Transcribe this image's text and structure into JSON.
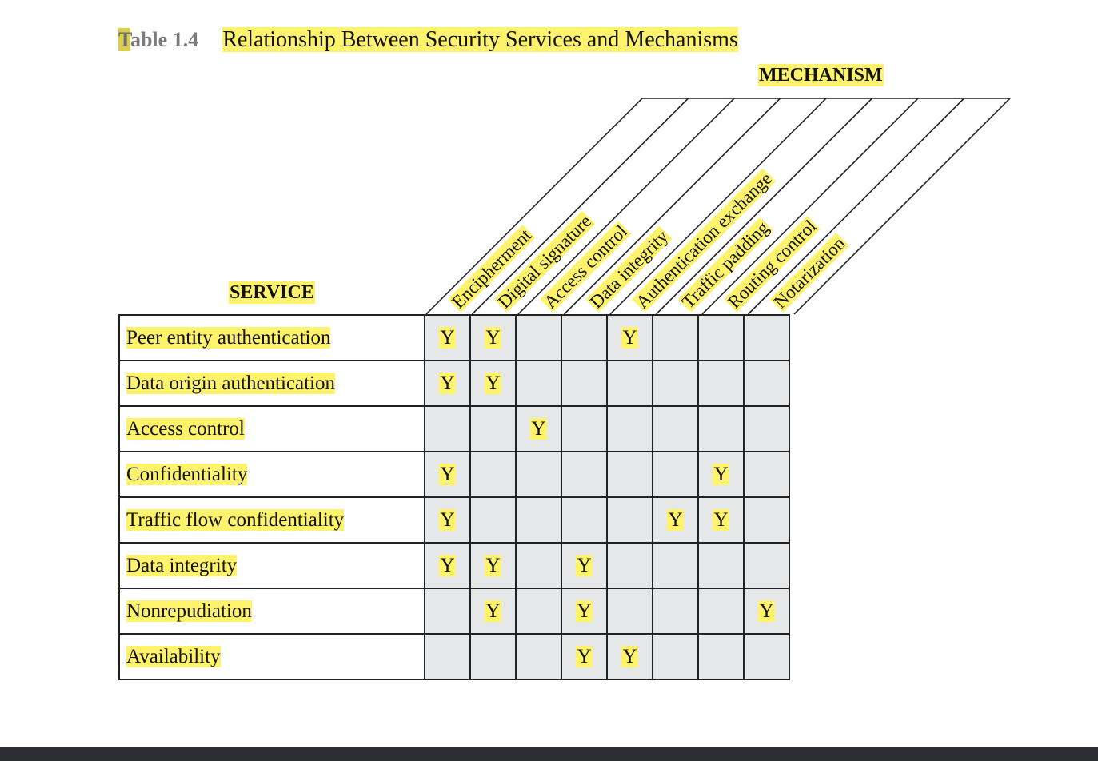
{
  "caption": {
    "label_first": "T",
    "label_rest": "able 1.4",
    "title": "Relationship Between Security Services and Mechanisms"
  },
  "headers": {
    "mechanism": "MECHANISM",
    "service": "SERVICE"
  },
  "mechanisms": [
    "Encipherment",
    "Digital signature",
    "Access control",
    "Data integrity",
    "Authentication exchange",
    "Traffic padding",
    "Routing control",
    "Notarization"
  ],
  "services": [
    {
      "name": "Peer entity authentication",
      "marks": [
        "Y",
        "Y",
        "",
        "",
        "Y",
        "",
        "",
        ""
      ]
    },
    {
      "name": "Data origin authentication",
      "marks": [
        "Y",
        "Y",
        "",
        "",
        "",
        "",
        "",
        ""
      ]
    },
    {
      "name": "Access control",
      "marks": [
        "",
        "",
        "Y",
        "",
        "",
        "",
        "",
        ""
      ]
    },
    {
      "name": "Confidentiality",
      "marks": [
        "Y",
        "",
        "",
        "",
        "",
        "",
        "Y",
        ""
      ]
    },
    {
      "name": "Traffic flow confidentiality",
      "marks": [
        "Y",
        "",
        "",
        "",
        "",
        "Y",
        "Y",
        ""
      ]
    },
    {
      "name": "Data integrity",
      "marks": [
        "Y",
        "Y",
        "",
        "Y",
        "",
        "",
        "",
        ""
      ]
    },
    {
      "name": "Nonrepudiation",
      "marks": [
        "",
        "Y",
        "",
        "Y",
        "",
        "",
        "",
        "Y"
      ]
    },
    {
      "name": "Availability",
      "marks": [
        "",
        "",
        "",
        "Y",
        "Y",
        "",
        "",
        ""
      ]
    }
  ],
  "colors": {
    "highlight": "#fff36b",
    "cell_background": "#e6e7e9",
    "footer_bar": "#2c2d30"
  }
}
